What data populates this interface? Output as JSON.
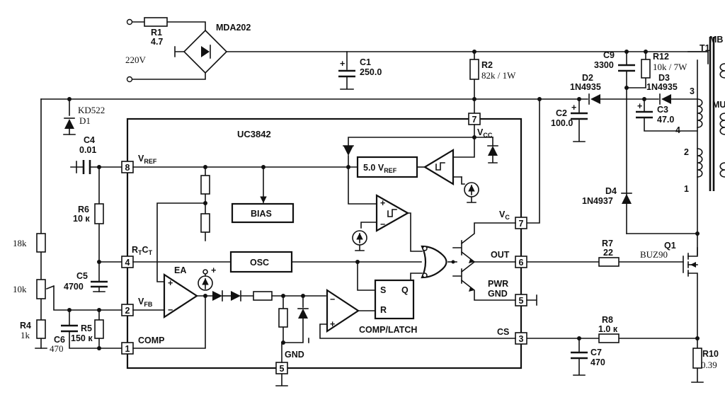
{
  "ic": {
    "name": "UC3842",
    "blocks": {
      "bias": "BIAS",
      "osc": "OSC",
      "vref": "5.0 V",
      "vref_sub": "REF",
      "ea": "EA",
      "latch": "COMP/LATCH",
      "latch_s": "S",
      "latch_q": "Q",
      "latch_r": "R",
      "plus": "+"
    },
    "pins": [
      {
        "num": "8",
        "name": "V",
        "sub": "REF"
      },
      {
        "num": "4",
        "name": "R",
        "sub": "T",
        "name2": "C",
        "sub2": "T"
      },
      {
        "num": "2",
        "name": "V",
        "sub": "FB"
      },
      {
        "num": "1",
        "name": "COMP"
      },
      {
        "num": "5",
        "name": "GND"
      },
      {
        "num": "3",
        "name": "CS"
      },
      {
        "num": "6",
        "name": "OUT"
      },
      {
        "num": "7",
        "name": "V",
        "sub": "C"
      },
      {
        "num": "7",
        "name": "V",
        "sub": "CC"
      },
      {
        "num": "5",
        "name": "PWR",
        "name2": "GND"
      }
    ]
  },
  "components": {
    "R1": {
      "ref": "R1",
      "value": "4.7"
    },
    "bridge": {
      "ref": "MDA202"
    },
    "mains": {
      "label": "220V"
    },
    "C1": {
      "ref": "C1",
      "value": "250.0",
      "plus": "+"
    },
    "R2": {
      "ref": "R2",
      "value": "82k / 1W"
    },
    "C9": {
      "ref": "C9",
      "value": "3300"
    },
    "R12": {
      "ref": "R12",
      "value": "10k  / 7W"
    },
    "T1": {
      "ref": "T1",
      "w1": "MB",
      "w2": "MU",
      "p3": "3",
      "p4": "4",
      "p2": "2",
      "p1": "1"
    },
    "D2": {
      "ref": "D2",
      "value": "1N4935"
    },
    "D3": {
      "ref": "D3",
      "value": "1N4935"
    },
    "C2": {
      "ref": "C2",
      "value": "100.0",
      "plus": "+"
    },
    "C3": {
      "ref": "C3",
      "value": "47.0",
      "plus": "+"
    },
    "D4": {
      "ref": "D4",
      "value": "1N4937"
    },
    "D1": {
      "ref": "D1",
      "value": "KD522"
    },
    "C4": {
      "ref": "C4",
      "value": "0.01"
    },
    "R6": {
      "ref": "R6",
      "value": "10 к"
    },
    "C5": {
      "ref": "C5",
      "value": "4700"
    },
    "Rtop": {
      "value": "18k"
    },
    "Rpot": {
      "value": "10k"
    },
    "R4": {
      "ref": "R4",
      "value": "1k"
    },
    "C6": {
      "ref": "C6",
      "value": "470"
    },
    "R5": {
      "ref": "R5",
      "value": "150 к"
    },
    "R7": {
      "ref": "R7",
      "value": "22"
    },
    "Q1": {
      "ref": "Q1",
      "value": "BUZ90"
    },
    "R8": {
      "ref": "R8",
      "value": "1.0 к"
    },
    "C7": {
      "ref": "C7",
      "value": "470"
    },
    "R10": {
      "ref": "R10",
      "value": "0.39"
    }
  }
}
